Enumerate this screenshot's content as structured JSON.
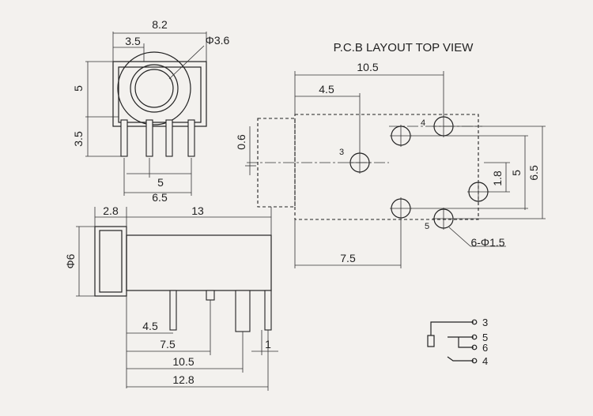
{
  "title": "P.C.B LAYOUT  TOP VIEW",
  "front_view": {
    "dims": {
      "width": "8.2",
      "offset": "3.5",
      "hole": "Φ3.6",
      "height_upper": "5",
      "height_lower": "3.5",
      "pin_span_inner": "5",
      "pin_span_outer": "6.5"
    }
  },
  "side_view": {
    "dims": {
      "nose": "2.8",
      "length": "13",
      "diameter": "Φ6",
      "p1": "4.5",
      "p2": "7.5",
      "p3": "10.5",
      "p4": "12.8",
      "pin_width": "1"
    }
  },
  "pcb_layout": {
    "dims": {
      "top_width": "10.5",
      "top_offset": "4.5",
      "left_offset": "0.6",
      "right_small": "1.8",
      "right_mid": "5",
      "right_large": "6.5",
      "bottom_width": "7.5",
      "holes": "6-Φ1.5"
    },
    "pin_labels": {
      "p3": "3",
      "p4": "4",
      "p5": "5"
    }
  },
  "schematic": {
    "labels": [
      "3",
      "5",
      "6",
      "4"
    ]
  }
}
